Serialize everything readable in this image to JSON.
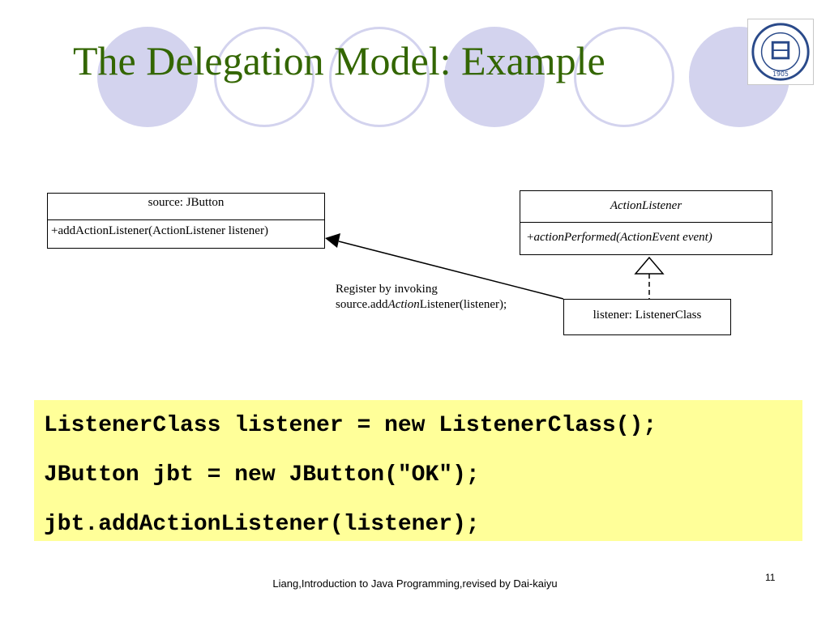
{
  "slide": {
    "title": "The Delegation Model: Example",
    "footer": "Liang,Introduction to Java Programming,revised by Dai-kaiyu",
    "page_number": "11",
    "logo_icon": "university-seal-icon",
    "logo_year": "1905"
  },
  "diagram": {
    "source_box": {
      "header": "source: JButton",
      "method": "+addActionListener(ActionListener listener)"
    },
    "interface_box": {
      "header": "ActionListener",
      "method_prefix": "+",
      "method": "actionPerformed(ActionEvent event)"
    },
    "listener_box": {
      "label": "listener: ListenerClass"
    },
    "annotation": {
      "line1": "Register by invoking",
      "line2_pre": "source.add",
      "line2_italic": "Action",
      "line2_post": "Listener(listener);"
    }
  },
  "code": {
    "lines": [
      "ListenerClass listener = new ListenerClass();",
      "JButton jbt = new JButton(\"OK\");",
      "jbt.addActionListener(listener);"
    ]
  },
  "colors": {
    "title": "#336600",
    "decor_circle": "#d3d3ee",
    "code_background": "#ffff99"
  }
}
